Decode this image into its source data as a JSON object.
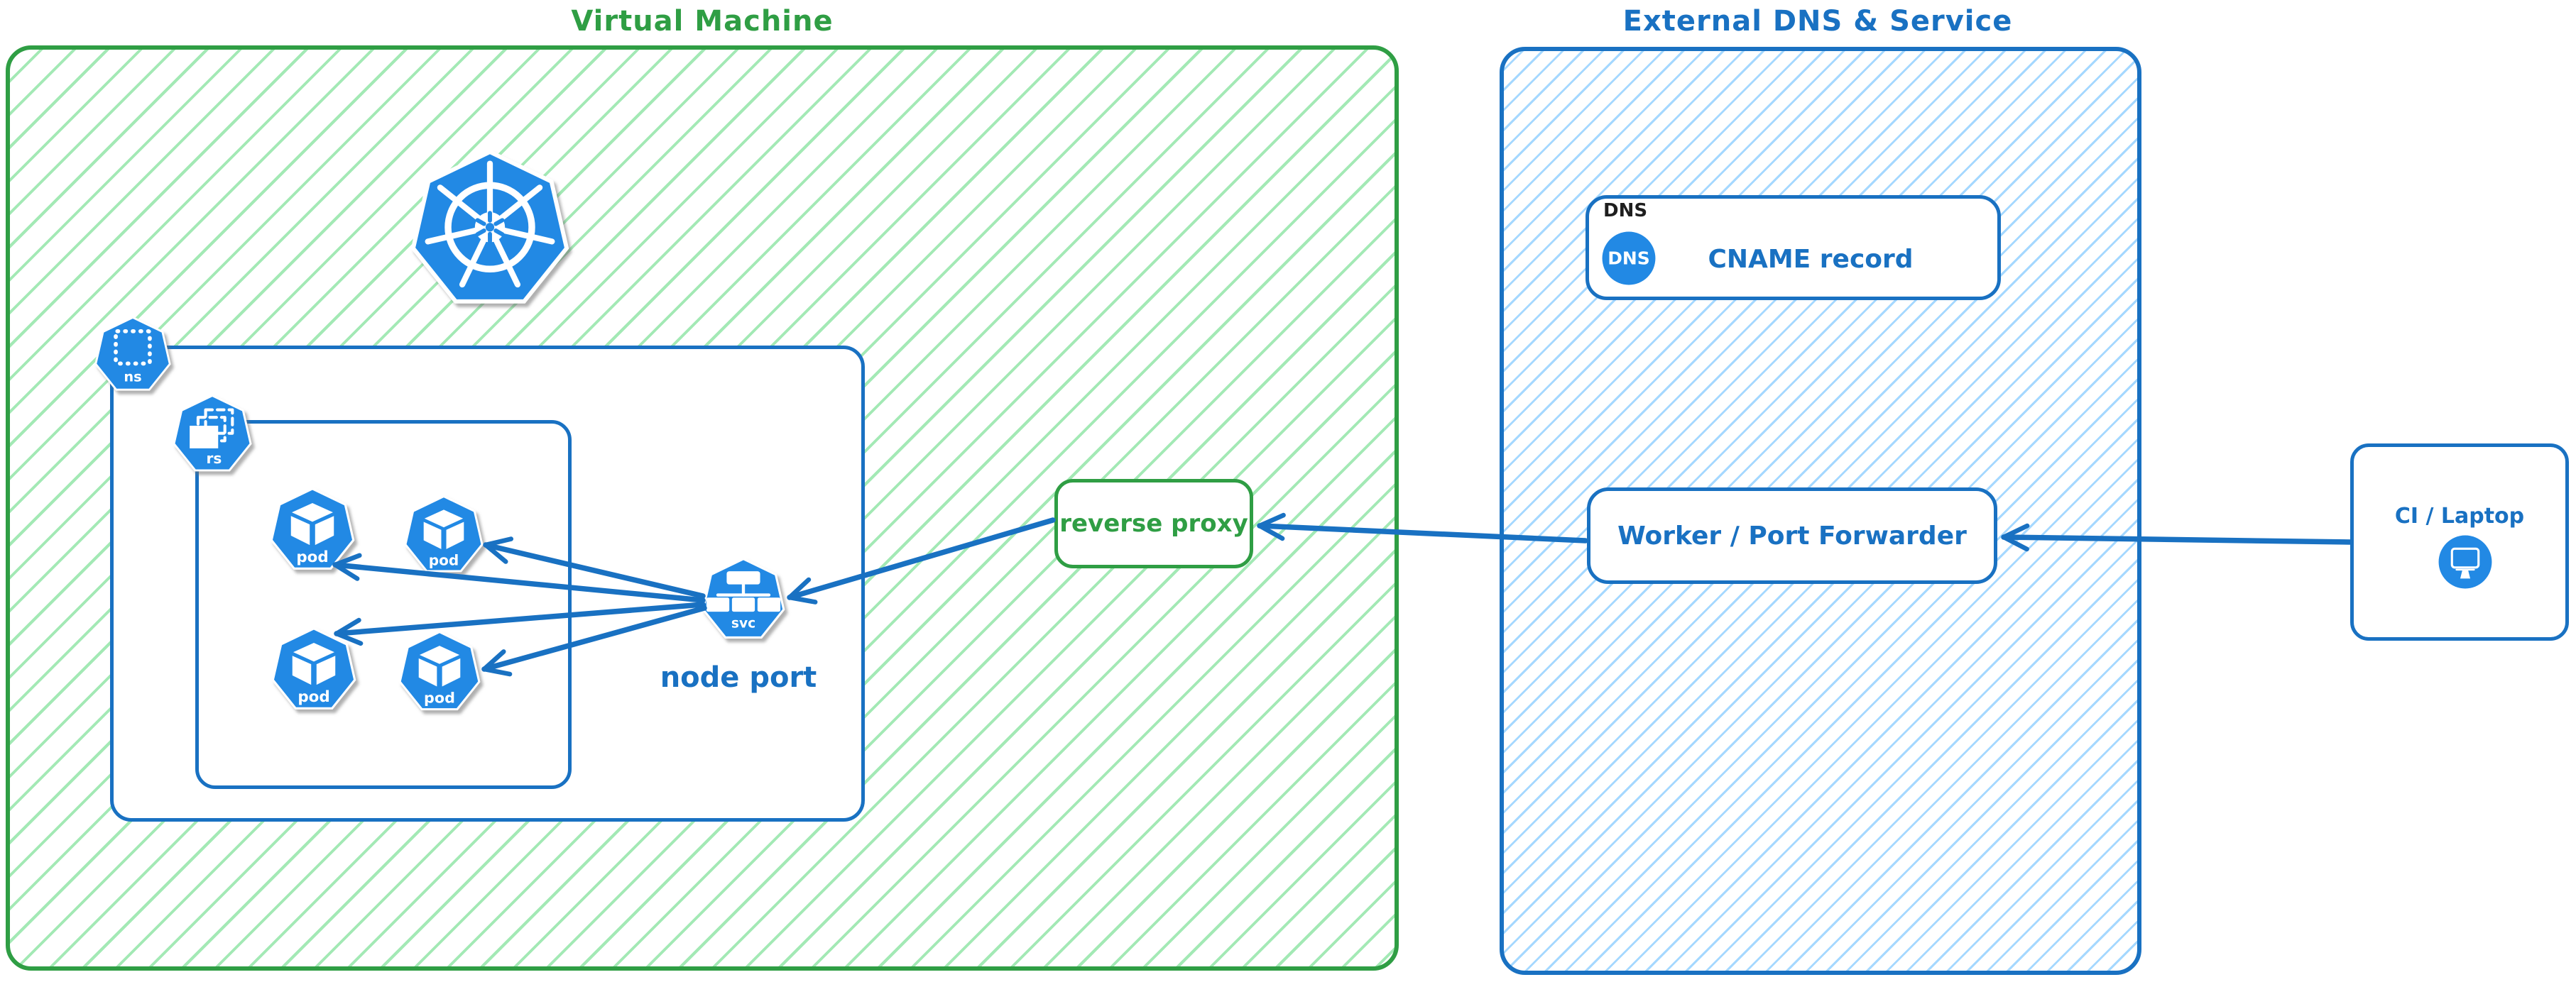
{
  "vm": {
    "title": "Virtual Machine"
  },
  "external": {
    "title": "External DNS & Service"
  },
  "kubernetes": {
    "namespace_label": "ns",
    "replicaset_label": "rs",
    "pod_label": "pod",
    "service_label": "svc",
    "service_caption": "node port"
  },
  "reverse_proxy": {
    "label": "reverse proxy"
  },
  "dns": {
    "heading": "DNS",
    "badge": "DNS",
    "record": "CNAME record"
  },
  "worker": {
    "label": "Worker / Port Forwarder"
  },
  "ci": {
    "label": "CI / Laptop"
  },
  "icons": [
    "kubernetes-logo-icon",
    "namespace-icon",
    "replicaset-icon",
    "pod-icon",
    "service-icon",
    "dns-badge",
    "monitor-icon"
  ],
  "edges": [
    {
      "from": "ci-laptop",
      "to": "worker-port-forwarder"
    },
    {
      "from": "worker-port-forwarder",
      "to": "reverse-proxy"
    },
    {
      "from": "reverse-proxy",
      "to": "node-port-service"
    },
    {
      "from": "node-port-service",
      "to": "pod-1"
    },
    {
      "from": "node-port-service",
      "to": "pod-2"
    },
    {
      "from": "node-port-service",
      "to": "pod-3"
    },
    {
      "from": "node-port-service",
      "to": "pod-4"
    }
  ],
  "colors": {
    "green": "#2f9e44",
    "green_hatch": "#a3e9b5",
    "blue": "#1971c2",
    "blue_hatch": "#a5d8ff",
    "icon_blue": "#2289e4",
    "text_black": "#1e1e1e",
    "white": "#ffffff"
  }
}
